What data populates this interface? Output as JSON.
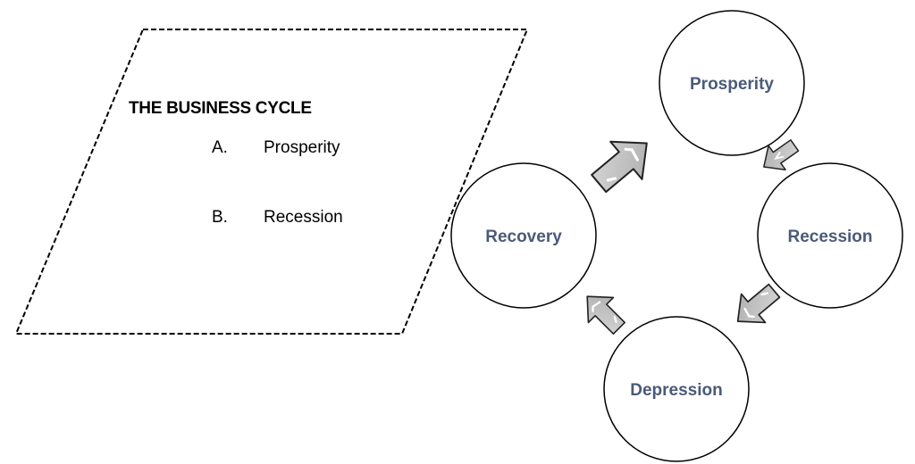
{
  "outline": {
    "title": "THE BUSINESS CYCLE",
    "items": [
      {
        "letter": "A.",
        "text": "Prosperity"
      },
      {
        "letter": "B.",
        "text": "Recession"
      }
    ]
  },
  "cycle": {
    "nodes": [
      {
        "id": "prosperity",
        "label": "Prosperity"
      },
      {
        "id": "recession",
        "label": "Recession"
      },
      {
        "id": "depression",
        "label": "Depression"
      },
      {
        "id": "recovery",
        "label": "Recovery"
      }
    ],
    "arrows": [
      {
        "from": "recovery",
        "to": "prosperity",
        "icon": "arrow-up-right-icon"
      },
      {
        "from": "prosperity",
        "to": "recession",
        "icon": "arrow-down-right-icon"
      },
      {
        "from": "recession",
        "to": "depression",
        "icon": "arrow-down-left-icon"
      },
      {
        "from": "depression",
        "to": "recovery",
        "icon": "arrow-up-left-icon"
      }
    ],
    "colors": {
      "label": "#4a5a78",
      "arrow_fill": "#c4c4c4",
      "outline": "#000000"
    }
  }
}
